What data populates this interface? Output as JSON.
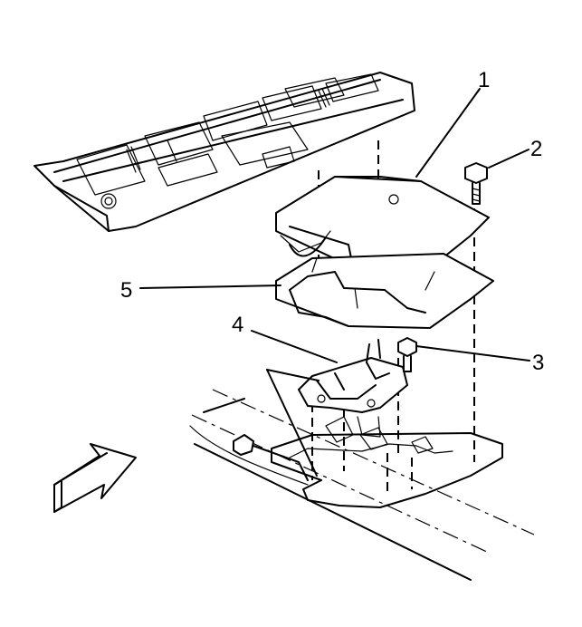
{
  "callouts": [
    {
      "id": "1",
      "text": "1"
    },
    {
      "id": "2",
      "text": "2"
    },
    {
      "id": "3",
      "text": "3"
    },
    {
      "id": "4",
      "text": "4"
    },
    {
      "id": "5",
      "text": "5"
    }
  ],
  "parts": {
    "part_1": "module-upper-plate",
    "part_2": "bolt",
    "part_3": "bolt",
    "part_4": "bracket-mechanism",
    "part_5": "module-lower-plate"
  },
  "colors": {
    "ink": "#000000",
    "paper": "#ffffff"
  }
}
